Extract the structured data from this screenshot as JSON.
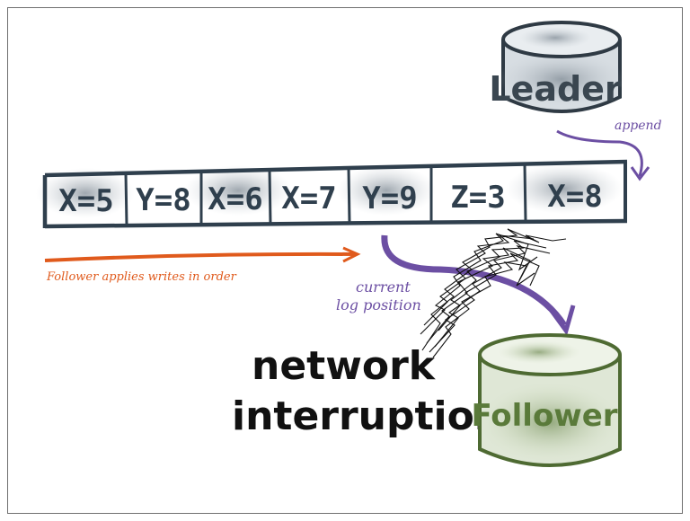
{
  "leader": {
    "label": "Leader"
  },
  "follower": {
    "label": "Follower"
  },
  "log": {
    "entries": [
      "X=5",
      "Y=8",
      "X=6",
      "X=7",
      "Y=9",
      "Z=3",
      "X=8"
    ]
  },
  "annotations": {
    "append": "append",
    "follower_applies": "Follower applies writes in order",
    "current_position_line1": "current",
    "current_position_line2": "log position",
    "network_line1": "network",
    "network_line2": "interruption"
  },
  "colors": {
    "cell_ink": "#2f3f4d",
    "leader_ink": "#3a4650",
    "follower_ink": "#5a7a3a",
    "purple": "#6c4fa3",
    "orange": "#e05a1c",
    "black": "#111111"
  }
}
